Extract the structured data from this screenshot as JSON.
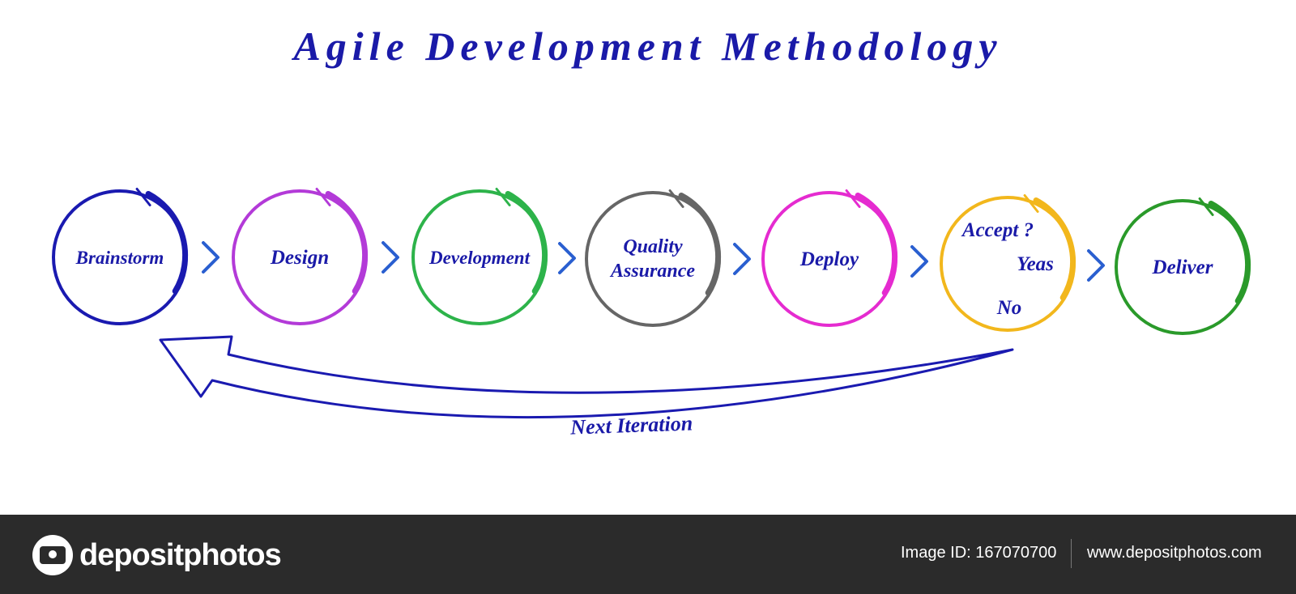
{
  "title": "Agile Development Methodology",
  "nodes": [
    {
      "id": "brainstorm",
      "lines": [
        "Brainstorm"
      ],
      "color": "#1a1ab0"
    },
    {
      "id": "design",
      "lines": [
        "Design"
      ],
      "color": "#b33ad8"
    },
    {
      "id": "development",
      "lines": [
        "Development"
      ],
      "color": "#2db34a"
    },
    {
      "id": "quality-assurance",
      "lines": [
        "Quality",
        "Assurance"
      ],
      "color": "#666666"
    },
    {
      "id": "deploy",
      "lines": [
        "Deploy"
      ],
      "color": "#e52bd0"
    },
    {
      "id": "accept",
      "lines": [
        "Accept ?",
        "Yeas",
        "No"
      ],
      "color": "#f2b71c"
    },
    {
      "id": "deliver",
      "lines": [
        "Deliver"
      ],
      "color": "#2a9a2a"
    }
  ],
  "chevron_color": "#2a5fd0",
  "loop_label": "Next Iteration",
  "loop_color": "#1a1ab0",
  "footer": {
    "brand": "depositphotos",
    "image_id": "Image ID: 167070700",
    "site": "www.depositphotos.com"
  }
}
